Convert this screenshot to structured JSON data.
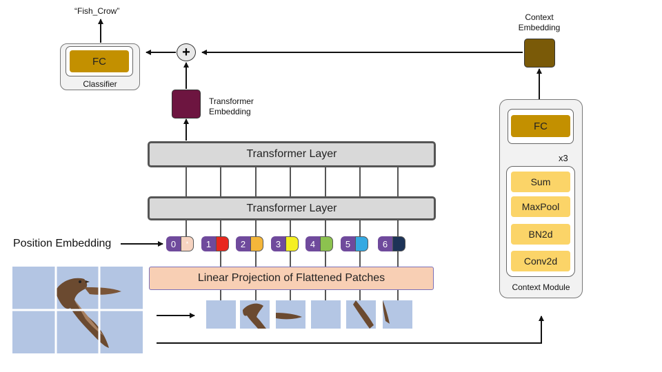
{
  "labels": {
    "output_class": "“Fish_Crow”",
    "classifier_fc": "FC",
    "classifier": "Classifier",
    "combine_symbol": "+",
    "transformer_embedding": "Transformer\nEmbedding",
    "context_embedding": "Context\nEmbedding",
    "transformer_layer_top": "Transformer Layer",
    "transformer_layer_bottom": "Transformer Layer",
    "position_embedding": "Position Embedding",
    "linear_projection": "Linear Projection of Flattened Patches",
    "context_fc": "FC",
    "repeat": "x3",
    "ctx_sum": "Sum",
    "ctx_maxpool": "MaxPool",
    "ctx_bn2d": "BN2d",
    "ctx_conv2d": "Conv2d",
    "context_module": "Context Module"
  },
  "tokens": [
    {
      "index": "0",
      "color": "#f6d3c0",
      "mark": "*"
    },
    {
      "index": "1",
      "color": "#e8281e",
      "mark": ""
    },
    {
      "index": "2",
      "color": "#f4b63a",
      "mark": ""
    },
    {
      "index": "3",
      "color": "#f5ef22",
      "mark": ""
    },
    {
      "index": "4",
      "color": "#8cc24f",
      "mark": ""
    },
    {
      "index": "5",
      "color": "#35a9e2",
      "mark": ""
    },
    {
      "index": "6",
      "color": "#1d3357",
      "mark": ""
    }
  ],
  "colors": {
    "transformer_embedding": "#6d1540",
    "context_embedding": "#7a5a08",
    "fc": "#c39000",
    "context_ops": "#fbd468",
    "sky": "#b4c6e4"
  }
}
